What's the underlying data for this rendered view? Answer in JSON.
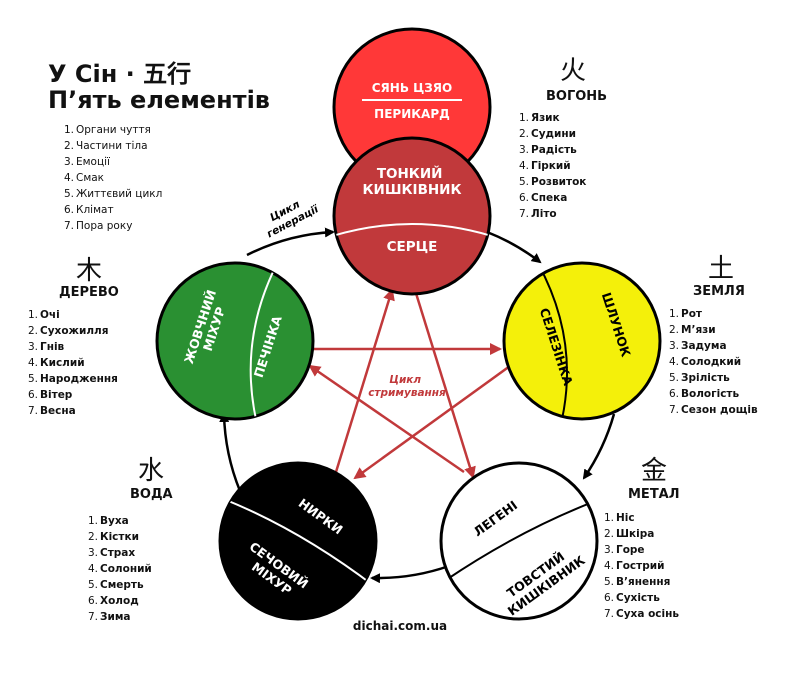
{
  "title": {
    "line1": "У Сін · 五行",
    "line2": "П’ять елементів"
  },
  "legend": [
    "Органи чуття",
    "Частини тіла",
    "Емоції",
    "Смак",
    "Життєвий цикл",
    "Клімат",
    "Пора року"
  ],
  "cycles": {
    "generation": [
      "Цикл",
      "генерації"
    ],
    "restraint": [
      "Цикл",
      "стримування"
    ]
  },
  "website": "dichai.com.ua",
  "elements": {
    "fire": {
      "glyph": "火",
      "name": "ВОГОНЬ",
      "props": [
        "Язик",
        "Судини",
        "Радість",
        "Гіркий",
        "Розвиток",
        "Спека",
        "Літо"
      ],
      "organ_top": "ТОНКИЙ КИШКІВНИК",
      "organ_bottom": "СЕРЦЕ",
      "color": "#c1393b"
    },
    "pericardium": {
      "label_top": "СЯНЬ ЦЗЯО",
      "label_bottom": "ПЕРИКАРД",
      "color": "#ff3838"
    },
    "earth": {
      "glyph": "土",
      "name": "ЗЕМЛЯ",
      "props": [
        "Рот",
        "М’язи",
        "Задума",
        "Солодкий",
        "Зрілість",
        "Вологість",
        "Сезон дощів"
      ],
      "organ_top": "ШЛУНОК",
      "organ_bottom": "СЕЛЕЗІНКА",
      "color": "#f4f00a"
    },
    "metal": {
      "glyph": "金",
      "name": "МЕТАЛ",
      "props": [
        "Ніс",
        "Шкіра",
        "Горе",
        "Гострий",
        "В’янення",
        "Сухість",
        "Суха осінь"
      ],
      "organ_top": "ЛЕГЕНІ",
      "organ_bottom": "ТОВСТИЙ КИШКІВНИК",
      "color": "#ffffff"
    },
    "water": {
      "glyph": "水",
      "name": "ВОДА",
      "props": [
        "Вуха",
        "Кістки",
        "Страх",
        "Солоний",
        "Смерть",
        "Холод",
        "Зима"
      ],
      "organ_top": "НИРКИ",
      "organ_bottom": "СЕЧОВИЙ МІХУР",
      "color": "#000000"
    },
    "wood": {
      "glyph": "木",
      "name": "ДЕРЕВО",
      "props": [
        "Очі",
        "Сухожилля",
        "Гнів",
        "Кислий",
        "Народження",
        "Вітер",
        "Весна"
      ],
      "organ_top": "ЖОВЧНИЙ МІХУР",
      "organ_bottom": "ПЕЧІНКА",
      "color": "#2a9032"
    }
  },
  "colors": {
    "restraint_arrow": "#c1393b",
    "generation_arrow": "#000000"
  }
}
